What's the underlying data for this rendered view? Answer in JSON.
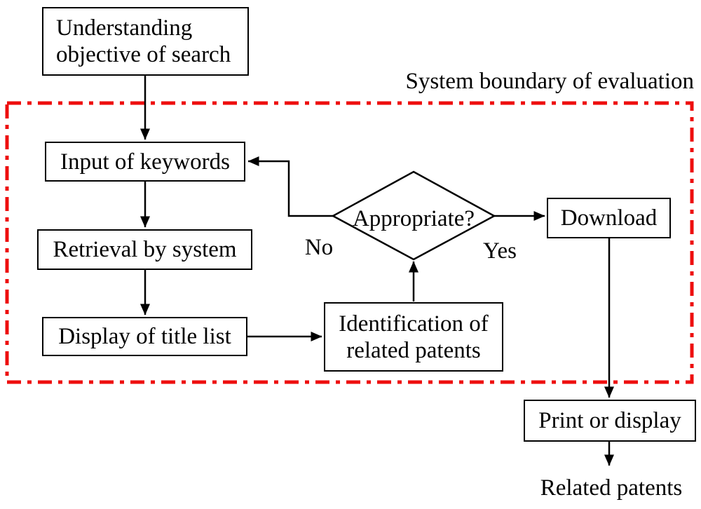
{
  "flowchart": {
    "boundary_label": "System boundary of evaluation",
    "nodes": {
      "understanding": {
        "line1": "Understanding",
        "line2": "objective of search"
      },
      "input_keywords": {
        "label": "Input of keywords"
      },
      "retrieval": {
        "label": "Retrieval by system"
      },
      "display_title_list": {
        "label": "Display of title list"
      },
      "identification": {
        "line1": "Identification of",
        "line2": "related patents"
      },
      "decision": {
        "label": "Appropriate?"
      },
      "download": {
        "label": "Download"
      },
      "print_or_display": {
        "label": "Print or display"
      },
      "related_patents_output": {
        "label": "Related patents"
      }
    },
    "branch_labels": {
      "no": "No",
      "yes": "Yes"
    },
    "colors": {
      "boundary_red": "#ee0e0e",
      "line": "#000000",
      "background": "#ffffff"
    }
  }
}
